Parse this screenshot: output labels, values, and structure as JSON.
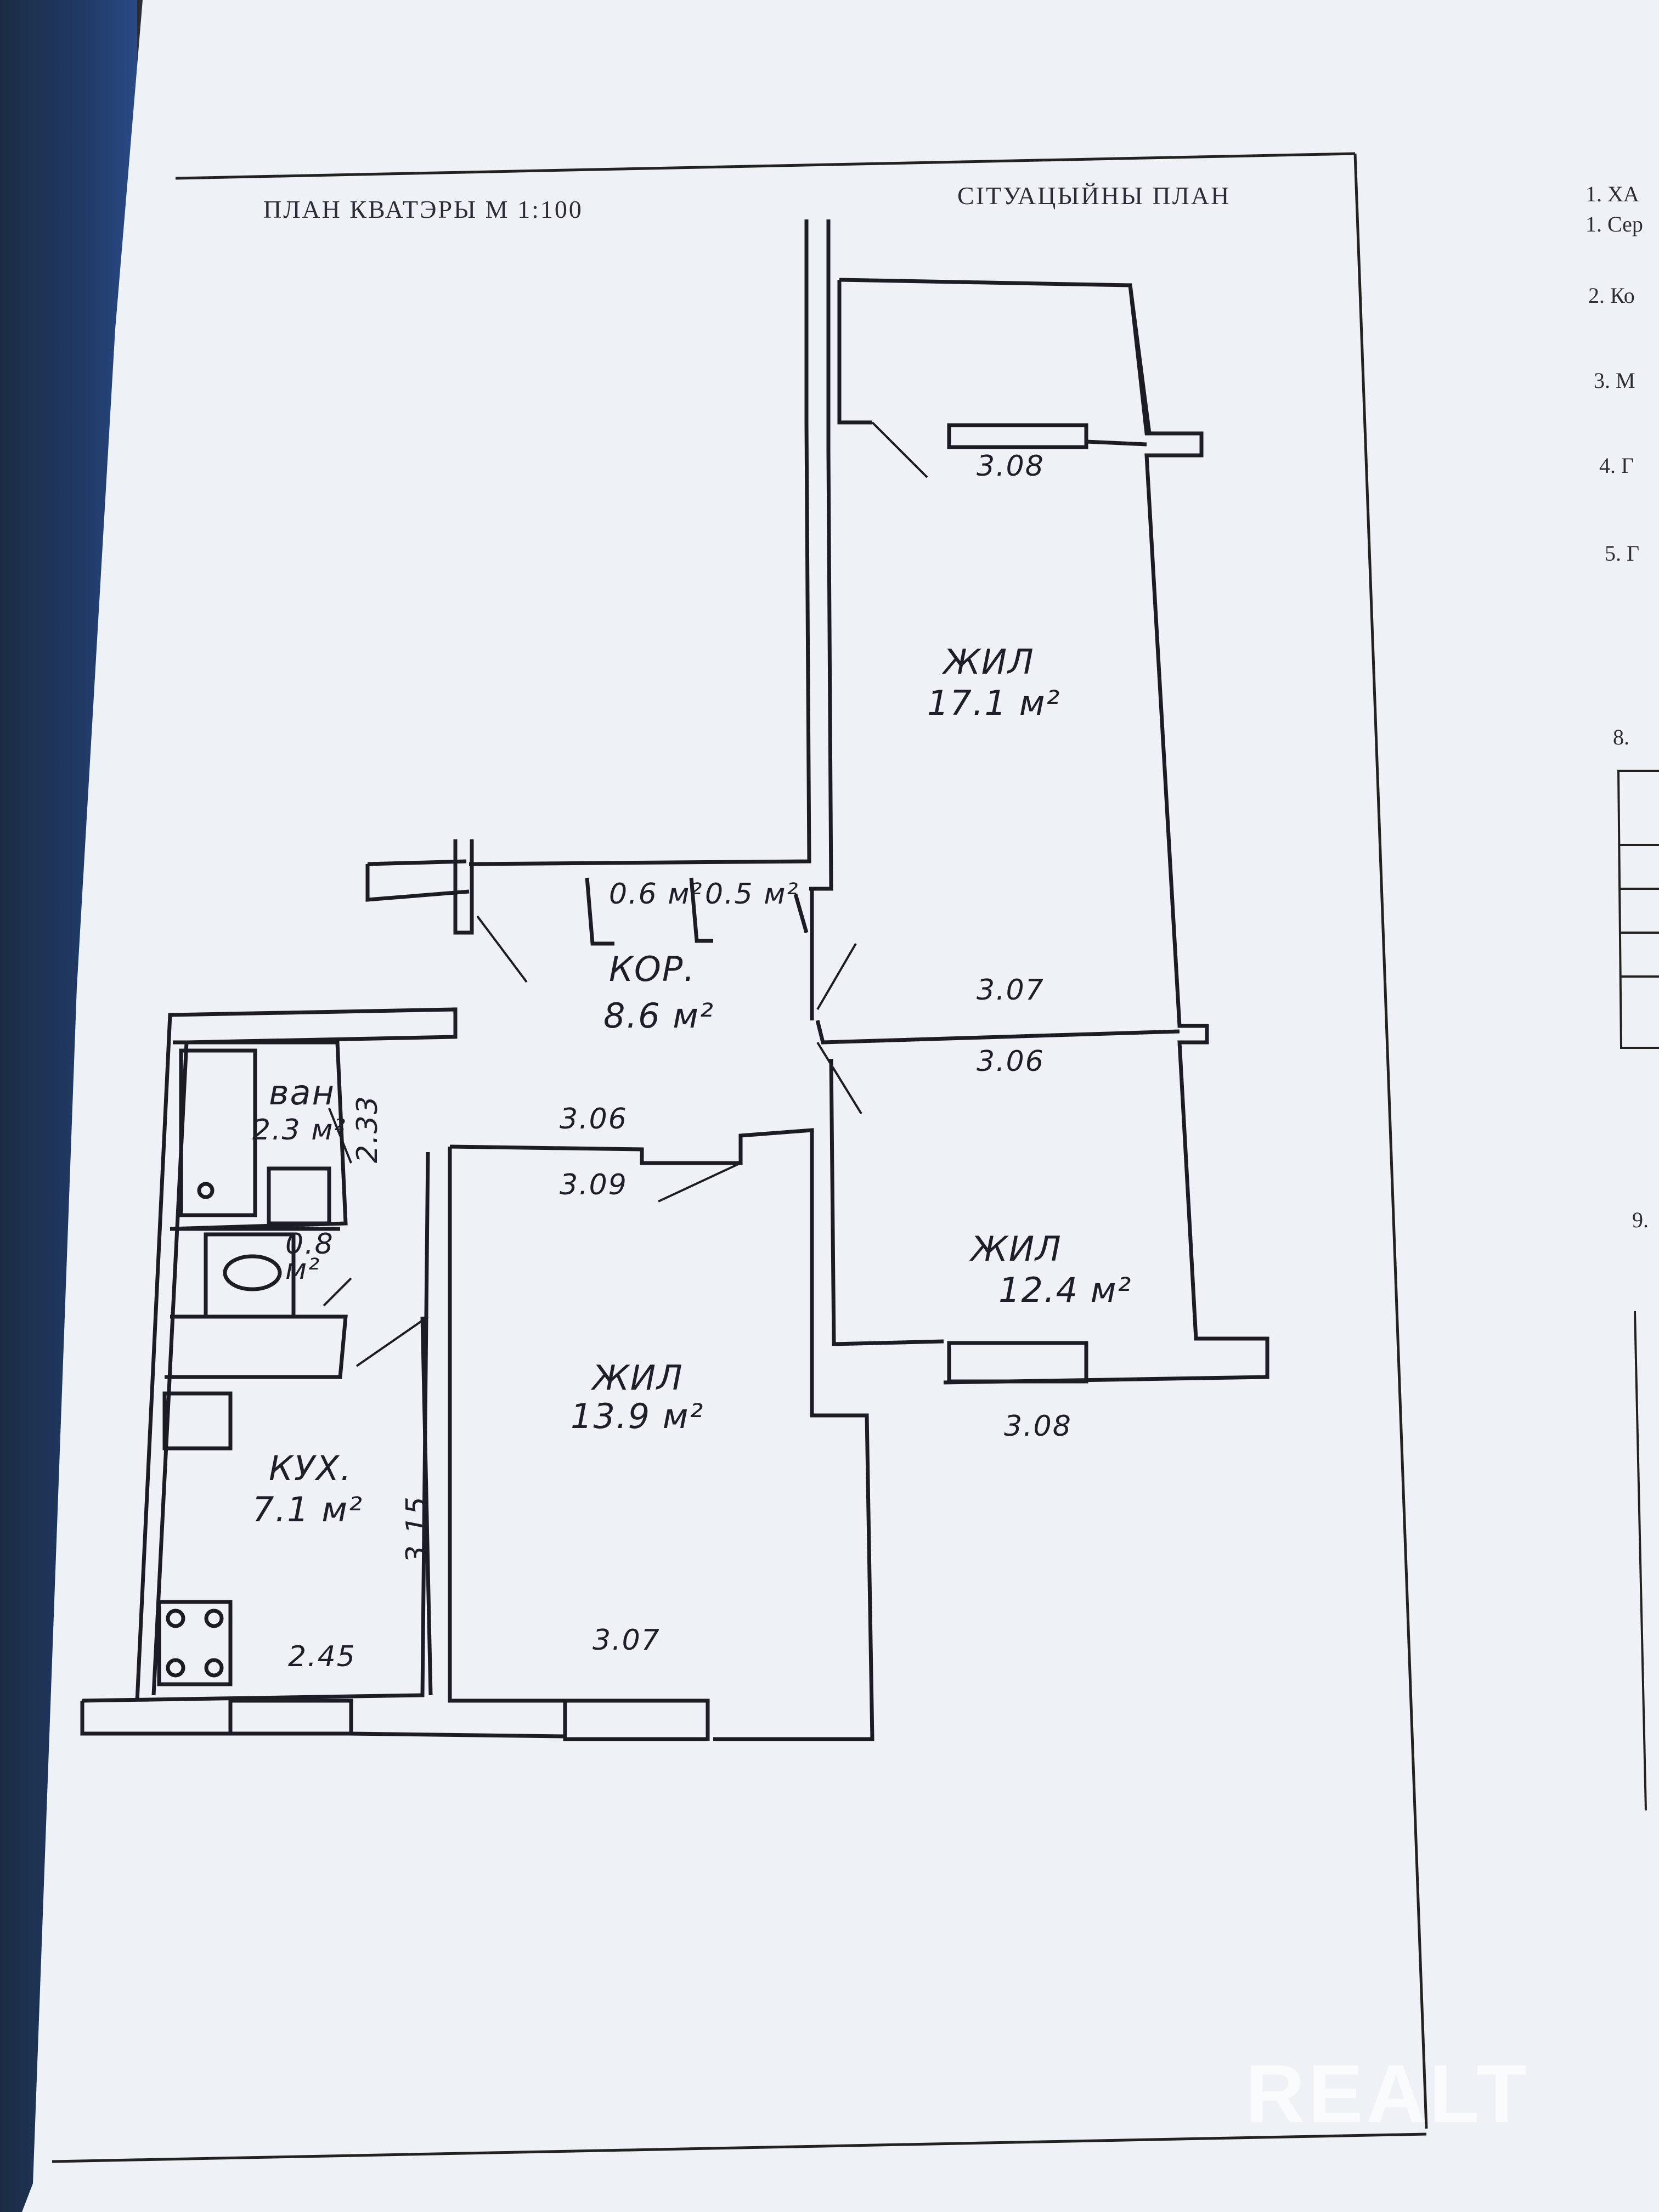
{
  "header": {
    "plan_title": "ПЛАН КВАТЭРЫ М 1:100",
    "situation_title": "СІТУАЦЫЙНЫ ПЛАН"
  },
  "rooms": {
    "living_top": {
      "type": "ЖИЛ",
      "area": "17.1 м²",
      "width_top": "3.08",
      "width_bottom": "3.07"
    },
    "living_right": {
      "type": "ЖИЛ",
      "area": "12.4 м²",
      "width_top": "3.06",
      "width_bottom": "3.08"
    },
    "living_center": {
      "type": "ЖИЛ",
      "area": "13.9 м²",
      "width_top": "3.09",
      "width_bottom": "3.07"
    },
    "corridor": {
      "type": "КОР.",
      "area": "8.6 м²",
      "dim": "3.06"
    },
    "bath": {
      "type": "ван",
      "area": "2.3 м²",
      "dim": "2.33"
    },
    "wc": {
      "area": "0.8 м²"
    },
    "closet_1": {
      "area": "0.6 м²"
    },
    "closet_2": {
      "area": "0.5 м²"
    },
    "kitchen": {
      "type": "КУХ.",
      "area": "7.1 м²",
      "height_dim": "3.15",
      "width_dim": "2.45"
    }
  },
  "side_list": [
    "1. ХА",
    "1. Сер",
    "2. Ко",
    "3. М",
    "4. Г",
    "5. Г",
    "8.",
    "9."
  ],
  "watermark": "REALT"
}
